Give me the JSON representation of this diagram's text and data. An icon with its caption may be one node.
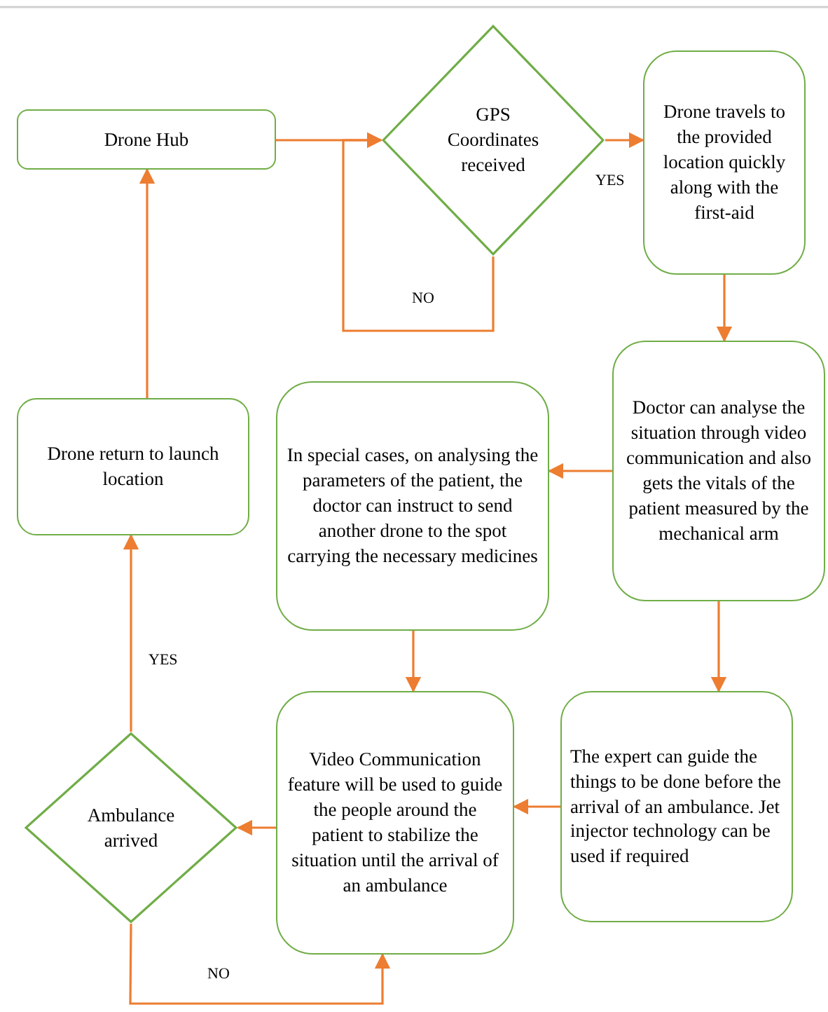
{
  "diagram": {
    "nodes": [
      {
        "text": [
          "Drone Hub"
        ]
      },
      {
        "text": [
          "GPS Coordinates received"
        ]
      },
      {
        "text": [
          "Drone travels to the provided location quickly along with the first-aid"
        ]
      },
      {
        "text": [
          "Doctor can analyse the situation through video communication and also gets the vitals of the patient measured by the mechanical arm"
        ]
      },
      {
        "text": [
          "In special cases, on analysing the parameters of the patient, the doctor can instruct to send another drone to the spot carrying the necessary medicines"
        ]
      },
      {
        "text": [
          "Drone return to launch location"
        ]
      },
      {
        "text": [
          "Video Communication feature will be used to guide the people around the patient to stabilize the situation until the arrival of an ambulance"
        ]
      },
      {
        "text": [
          "The expert can guide the things to be done before the arrival of an ambulance. Jet injector technology can be used if required"
        ]
      },
      {
        "text": [
          "Ambulance arrived"
        ]
      }
    ],
    "edges": [
      {
        "from": 0,
        "to": 1,
        "arrow": "to"
      },
      {
        "from": 1,
        "to": 2,
        "arrow": "to",
        "label": "YES"
      },
      {
        "from": 1,
        "to": 1,
        "arrow": "to",
        "label": "NO"
      },
      {
        "from": 2,
        "to": 3,
        "arrow": "to"
      },
      {
        "from": 3,
        "to": 4,
        "arrow": "to"
      },
      {
        "from": 3,
        "to": 7,
        "arrow": "to"
      },
      {
        "from": 4,
        "to": 6,
        "arrow": "to"
      },
      {
        "from": 7,
        "to": 6,
        "arrow": "to"
      },
      {
        "from": 6,
        "to": 8,
        "arrow": "to"
      },
      {
        "from": 8,
        "to": 5,
        "arrow": "to",
        "label": "YES"
      },
      {
        "from": 5,
        "to": 0,
        "arrow": "to"
      },
      {
        "from": 8,
        "to": 6,
        "arrow": "to",
        "label": "NO"
      }
    ]
  }
}
